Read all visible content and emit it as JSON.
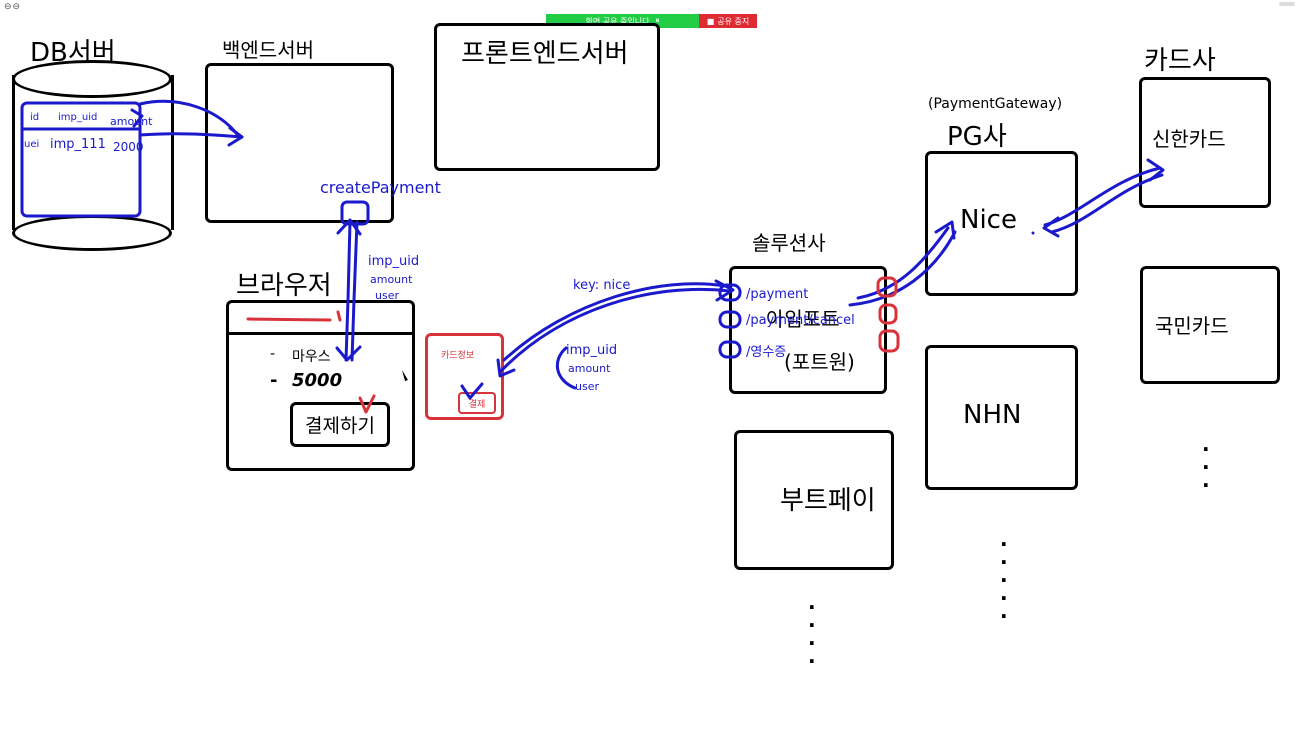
{
  "window": {
    "controls": "⊖⊖"
  },
  "share_bar": {
    "status_text": "화면 공유 중입니다",
    "stop_label": "공유 중지",
    "accent_green": "#22cc44",
    "accent_red": "#e02a33"
  },
  "db_server": {
    "title": "DB서버",
    "table": {
      "headers": [
        "id",
        "imp_uid",
        "amount"
      ],
      "row": [
        "uei",
        "imp_111",
        "2000"
      ]
    }
  },
  "backend": {
    "title": "백엔드서버",
    "create_payment": "createPayment"
  },
  "frontend": {
    "title": "프론트엔드서버"
  },
  "browser": {
    "title": "브라우저",
    "item": "마우스",
    "price": "5000",
    "pay_button": "결제하기",
    "params": [
      "imp_uid",
      "amount",
      "user"
    ]
  },
  "card_popup": {
    "title": "카드정보",
    "button": "결제"
  },
  "key_label": "key: nice",
  "return_params": [
    "imp_uid",
    "amount",
    "user"
  ],
  "solution": {
    "title": "솔루션사",
    "name": "아임포트",
    "subname": "(포트원)",
    "endpoints": [
      "/payment",
      "/payment/cancel",
      "/영수증"
    ]
  },
  "pg": {
    "subtitle": "(PaymentGateway)",
    "title": "PG사",
    "providers": [
      "Nice",
      "NHN"
    ]
  },
  "bootpay": {
    "name": "부트페이"
  },
  "card_companies": {
    "title": "카드사",
    "items": [
      "신한카드",
      "국민카드"
    ]
  },
  "colors": {
    "ink_blue": "#1a1acc",
    "ink_red": "#d8333b",
    "ink_black": "#000000"
  }
}
